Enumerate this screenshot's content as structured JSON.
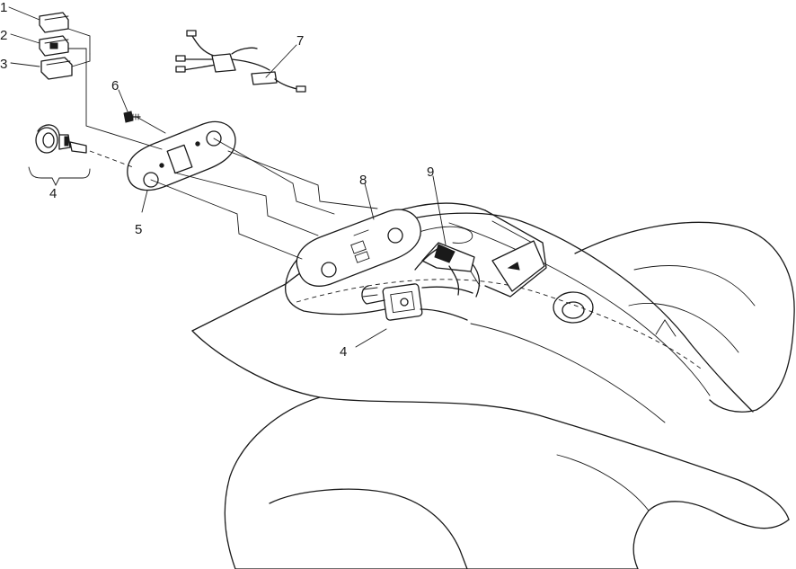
{
  "callouts": {
    "c1": "1",
    "c2": "2",
    "c3": "3",
    "c4a": "4",
    "c4b": "4",
    "c5": "5",
    "c6": "6",
    "c7": "7",
    "c8": "8",
    "c9": "9"
  },
  "colors": {
    "ink": "#1a1a1a",
    "paper": "#ffffff"
  }
}
